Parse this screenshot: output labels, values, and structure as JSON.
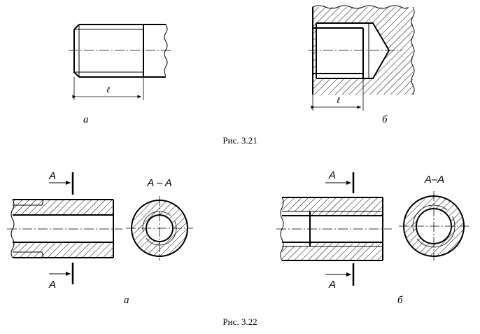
{
  "figures": {
    "fig_3_21": {
      "caption": "Рис. 3.21",
      "a": {
        "label": "а",
        "dim": "ℓ"
      },
      "b": {
        "label": "б",
        "dim": "ℓ"
      }
    },
    "fig_3_22": {
      "caption": "Рис. 3.22",
      "a": {
        "label": "а",
        "cut_top": "A",
        "cut_bottom": "A",
        "section": "A – A"
      },
      "b": {
        "label": "б",
        "cut_top": "A",
        "cut_bottom": "A",
        "section": "A–A"
      }
    }
  }
}
